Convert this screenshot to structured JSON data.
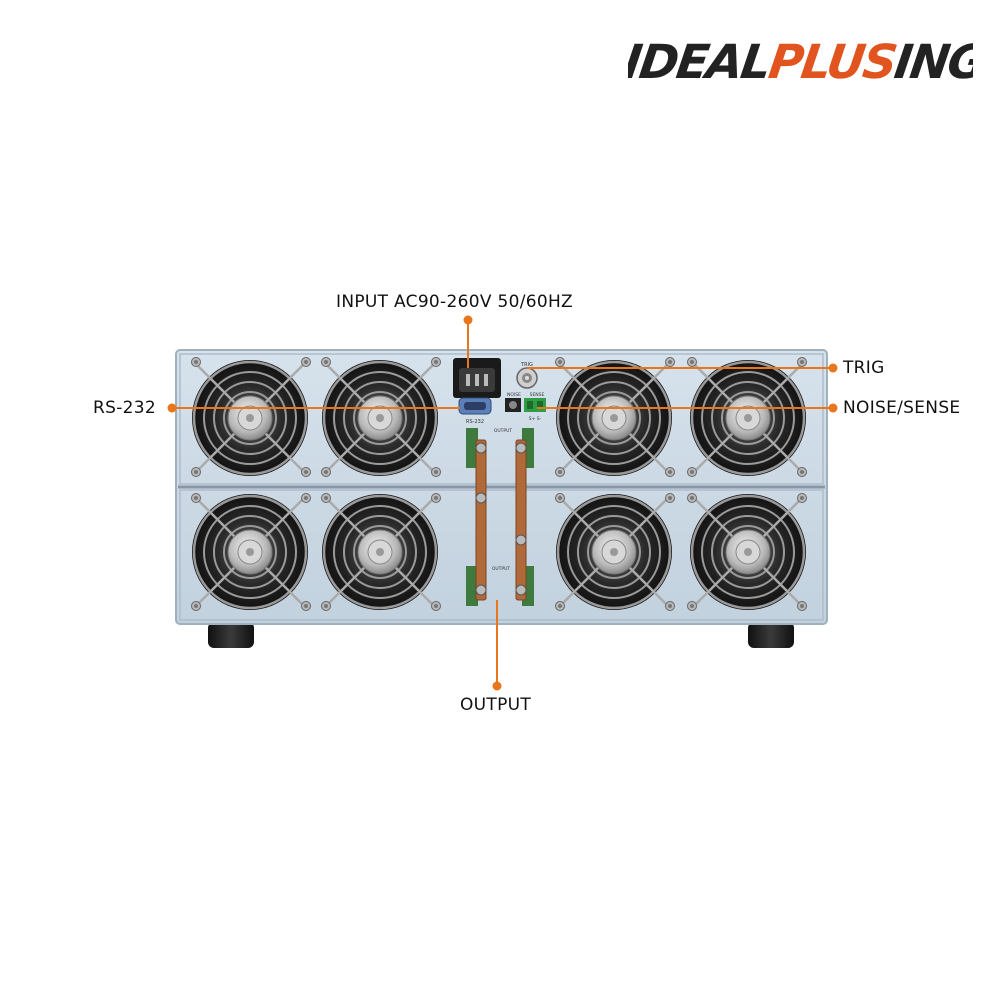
{
  "brand": {
    "name": "IDEALPLUSING",
    "part1": "IDEAL",
    "part2": "PLUS",
    "part3": "ING",
    "accent": "#e2541f",
    "dark": "#222222"
  },
  "callouts": {
    "input": "INPUT AC90-260V 50/60HZ",
    "trig": "TRIG",
    "rs232": "RS-232",
    "noise_sense": "NOISE/SENSE",
    "output": "OUTPUT",
    "line_color": "#e8761d"
  },
  "panel": {
    "port_rs232": "RS-232",
    "port_trig": "TRIG",
    "port_noise": "NOISE",
    "port_sense": "SENSE",
    "port_output": "OUTPUT",
    "port_output2": "OUTPUT",
    "terminal_marks": "S+  S-",
    "chassis_color": "#c8d6e3",
    "fan_count": 8
  }
}
